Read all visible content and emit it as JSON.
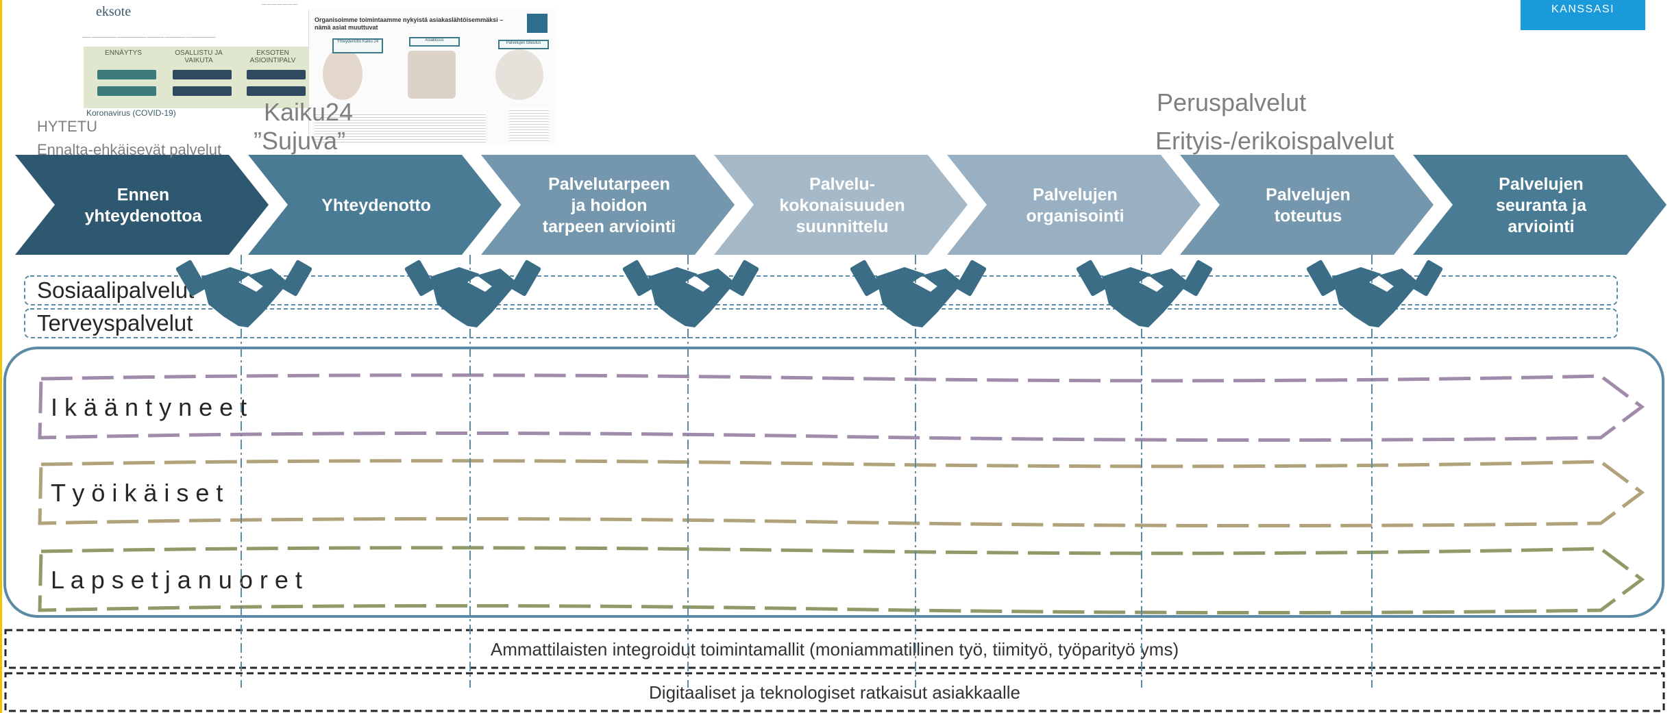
{
  "button_kanssasi": "KANSSASI",
  "annotations": {
    "kaiku": "Kaiku24",
    "sujuva": "”Sujuva”",
    "peruspalvelut": "Peruspalvelut",
    "erityispalvelut": "Erityis-/erikoispalvelut",
    "hytetu": "HYTETU",
    "ennalta": "Ennalta-ehkäisevät palvelut"
  },
  "website_screenshot": {
    "logo": "eksote",
    "columns": [
      "ENNÄYTYS",
      "OSALLISTU JA VAIKUTA",
      "EKSOTEN ASIOINTIPALV"
    ],
    "covid": "Koronavirus (COVID-19)",
    "doc_title": "Organisoimme toimintaamme nykyistä asiakaslähtöisemmäksi – nämä asiat muuttuvat",
    "doc_boxes": [
      "Yhteydenotto Kaiku 24",
      "Asiakkuus",
      "Palvelujen toteutus"
    ]
  },
  "phases": [
    "Ennen\nyhteydenottoa",
    "Yhteydenotto",
    "Palvelutarpeen\nja hoidon\ntarpeen arviointi",
    "Palvelu-\nkokonaisuuden\nsuunnittelu",
    "Palvelujen\norganisointi",
    "Palvelujen\ntoteutus",
    "Palvelujen\nseuranta ja\narviointi"
  ],
  "sectors": [
    "Sosiaalipalvelut",
    "Terveyspalvelut"
  ],
  "groups": [
    "I k ä ä n t y n e e t",
    "T y ö i k ä i s e t",
    "L a p s e t   j a   n u o r e t"
  ],
  "bottom_bars": [
    "Ammattilaisten integroidut toimintamallit (moniammatillinen työ, tiimityö, työparityö yms)",
    "Digitaaliset ja teknologiset ratkaisut asiakkaalle"
  ],
  "colors": {
    "phases": [
      "#2d5870",
      "#4a7b95",
      "#7597ad",
      "#a5b9c9",
      "#98b0c2",
      "#7597ad",
      "#4a7b95"
    ],
    "handshake": "#3b6e86",
    "groups": [
      "#a08bab",
      "#b0a27a",
      "#8f9a68"
    ],
    "frame": "#5a8aa6"
  },
  "icons": {
    "connector": "handshake-icon"
  }
}
